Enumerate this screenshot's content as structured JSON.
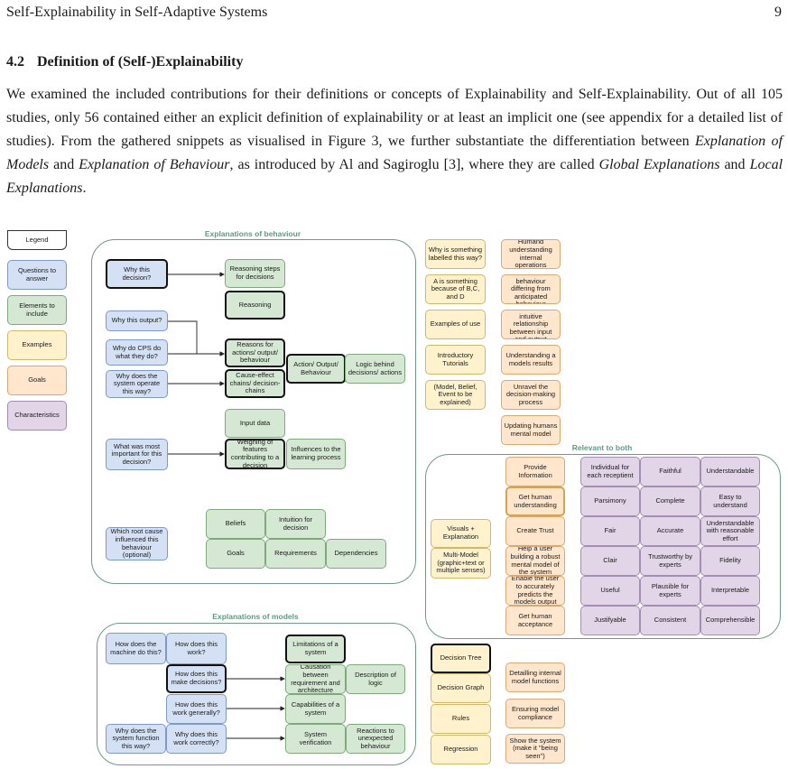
{
  "header": {
    "title": "Self-Explainability in Self-Adaptive Systems",
    "page": "9"
  },
  "section": {
    "number": "4.2",
    "title": "Definition of (Self-)Explainability"
  },
  "paragraph": {
    "s1": "We examined the included contributions for their definitions or concepts of Explainability and Self-Explainability. Out of all 105 studies, only 56 contained either an explicit definition of explainability or at least an implicit one (see appendix for a detailed list of studies). From the gathered snippets as visualised in Figure 3, we further substantiate the differentiation between ",
    "t1": "Explanation of Models",
    "s2": " and ",
    "t2": "Explanation of Behaviour",
    "s3": ", as introduced by Al and Sagiroglu [3], where they are called ",
    "t3": "Global Explanations",
    "s4": " and ",
    "t4": "Local Explanations",
    "s5": "."
  },
  "figure": {
    "legend": {
      "title": "Legend",
      "items": [
        "Questions to answer",
        "Elements to include",
        "Examples",
        "Goals",
        "Characteristics"
      ]
    },
    "behaviour": {
      "title": "Explanations of behaviour",
      "questions": [
        "Why this decision?",
        "Why this output?",
        "Why do CPS do what they do?",
        "Why does the system operate this way?",
        "What was most important for this decision?",
        "Which root cause influenced this behaviour (optional)"
      ],
      "elements": [
        "Reasoning steps for decisions",
        "Reasoning",
        "Reasons for actions/ output/ behaviour",
        "Cause-effect chains/ decision-chains",
        "Action/ Output/ Behaviour",
        "Logic behind decisions/ actions",
        "Input data",
        "Weighing of features contributing to a decision",
        "Influences to the learning process",
        "Beliefs",
        "Intuition for decision",
        "Goals",
        "Requirements",
        "Dependencies"
      ]
    },
    "models": {
      "title": "Explanations of models",
      "questions": [
        "How does the machine do this?",
        "How does this work?",
        "How does this make decisions?",
        "How does this work generally?",
        "Why does the system function this way?",
        "Why does this work correctly?"
      ],
      "elements": [
        "Limitations of a system",
        "Causation between requirement and architecture",
        "Description of logic",
        "Capabilities of a system",
        "System verification",
        "Reactions to unexpected behaviour"
      ]
    },
    "right_examples": [
      "Why is something labelled this way?",
      "A is something because of B,C, and D",
      "Examples of use",
      "Introductory Tutorials",
      "(Model, Belief, Event to be explained)"
    ],
    "right_goals": [
      "Humand understanding internal operations",
      "Show reasons for behaviour differing from anticipated behaviour",
      "Enable an intuitive relationship between input and output",
      "Understanding a models results",
      "Unravel the decision-making process",
      "Updating humans mental model"
    ],
    "both": {
      "title": "Relevant to both",
      "examples": [
        "Visuals + Explanation",
        "Multi-Model (graphic+text or multiple senses)"
      ],
      "goals": [
        "Provide Information",
        "Get human understanding",
        "Create Trust",
        "Help a user building a robust mental model of the system",
        "Enable the user to accurately predicts the models output",
        "Get human acceptance"
      ],
      "characteristics": [
        "Individual for each receptient",
        "Faithful",
        "Understandable",
        "Parsimony",
        "Complete",
        "Easy to understand",
        "Fair",
        "Accurate",
        "Understandable with reasonable effort",
        "Clair",
        "Trustworthy by experts",
        "Fidelity",
        "Useful",
        "Plausible for experts",
        "Interpretable",
        "Justifyable",
        "Consistent",
        "Comprehensible"
      ]
    },
    "model_examples": [
      "Decision Tree",
      "Decision Graph",
      "Rules",
      "Regression"
    ],
    "model_goals": [
      "Detailling internal model functions",
      "Ensuring model compliance",
      "Show the system (make it \"being seen\")"
    ]
  }
}
